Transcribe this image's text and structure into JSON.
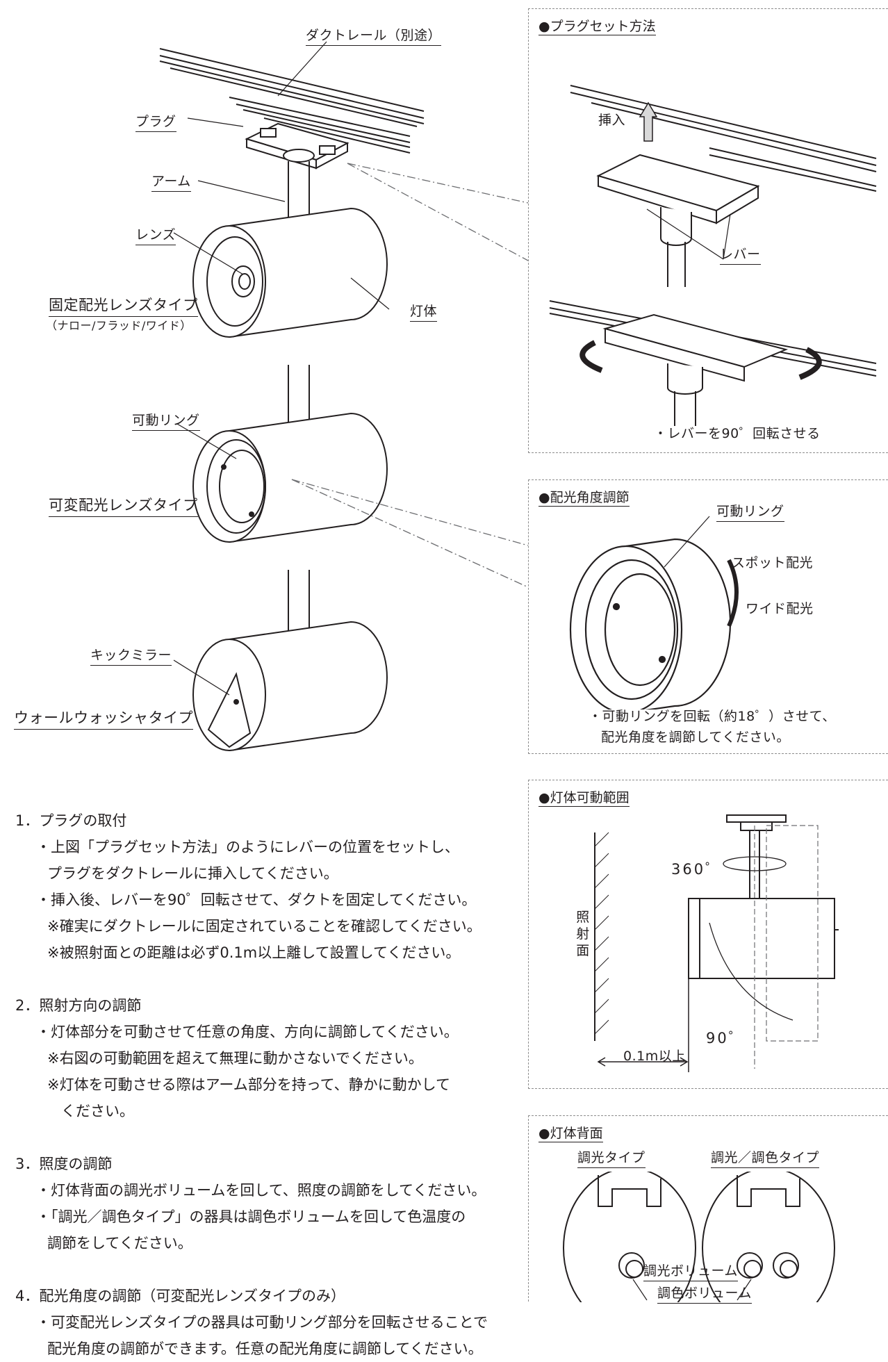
{
  "left_labels": {
    "duct_rail": "ダクトレール（別途）",
    "plug": "プラグ",
    "arm": "アーム",
    "lens": "レンズ",
    "fixed_type": "固定配光レンズタイプ",
    "fixed_type_sub": "（ナロー/フラッド/ワイド）",
    "body": "灯体",
    "movable_ring": "可動リング",
    "variable_type": "可変配光レンズタイプ",
    "kick_mirror": "キックミラー",
    "wall_washer_type": "ウォールウォッシャタイプ"
  },
  "panels": {
    "plug_set": {
      "title": "●プラグセット方法",
      "insert": "挿入",
      "lever": "レバー",
      "note": "・レバーを90゜回転させる"
    },
    "beam_adjust": {
      "title": "●配光角度調節",
      "ring": "可動リング",
      "spot": "スポット配光",
      "wide": "ワイド配光",
      "note1": "・可動リングを回転（約18゜）させて、",
      "note2": "配光角度を調節してください。"
    },
    "range": {
      "title": "●灯体可動範囲",
      "deg360": "360゜",
      "deg90": "90゜",
      "surface": "照射面",
      "distance": "0.1m以上"
    },
    "back": {
      "title": "●灯体背面",
      "dim_type": "調光タイプ",
      "dim_color_type": "調光／調色タイプ",
      "dim_vol": "調光ボリューム",
      "color_vol": "調色ボリューム"
    }
  },
  "instructions": {
    "s1_h": "1．プラグの取付",
    "s1_l1": "・上図「プラグセット方法」のようにレバーの位置をセットし、",
    "s1_l2": "プラグをダクトレールに挿入してください。",
    "s1_l3": "・挿入後、レバーを90゜回転させて、ダクトを固定してください。",
    "s1_l4": "※確実にダクトレールに固定されていることを確認してください。",
    "s1_l5": "※被照射面との距離は必ず0.1m以上離して設置してください。",
    "s2_h": "2．照射方向の調節",
    "s2_l1": "・灯体部分を可動させて任意の角度、方向に調節してください。",
    "s2_l2": "※右図の可動範囲を超えて無理に動かさないでください。",
    "s2_l3": "※灯体を可動させる際はアーム部分を持って、静かに動かして",
    "s2_l4": "ください。",
    "s3_h": "3．照度の調節",
    "s3_l1": "・灯体背面の調光ボリュームを回して、照度の調節をしてください。",
    "s3_l2": "・「調光／調色タイプ」の器具は調色ボリュームを回して色温度の",
    "s3_l3": "調節をしてください。",
    "s4_h": "4．配光角度の調節（可変配光レンズタイプのみ）",
    "s4_l1": "・可変配光レンズタイプの器具は可動リング部分を回転させることで",
    "s4_l2": "配光角度の調節ができます。任意の配光角度に調節してください。"
  }
}
